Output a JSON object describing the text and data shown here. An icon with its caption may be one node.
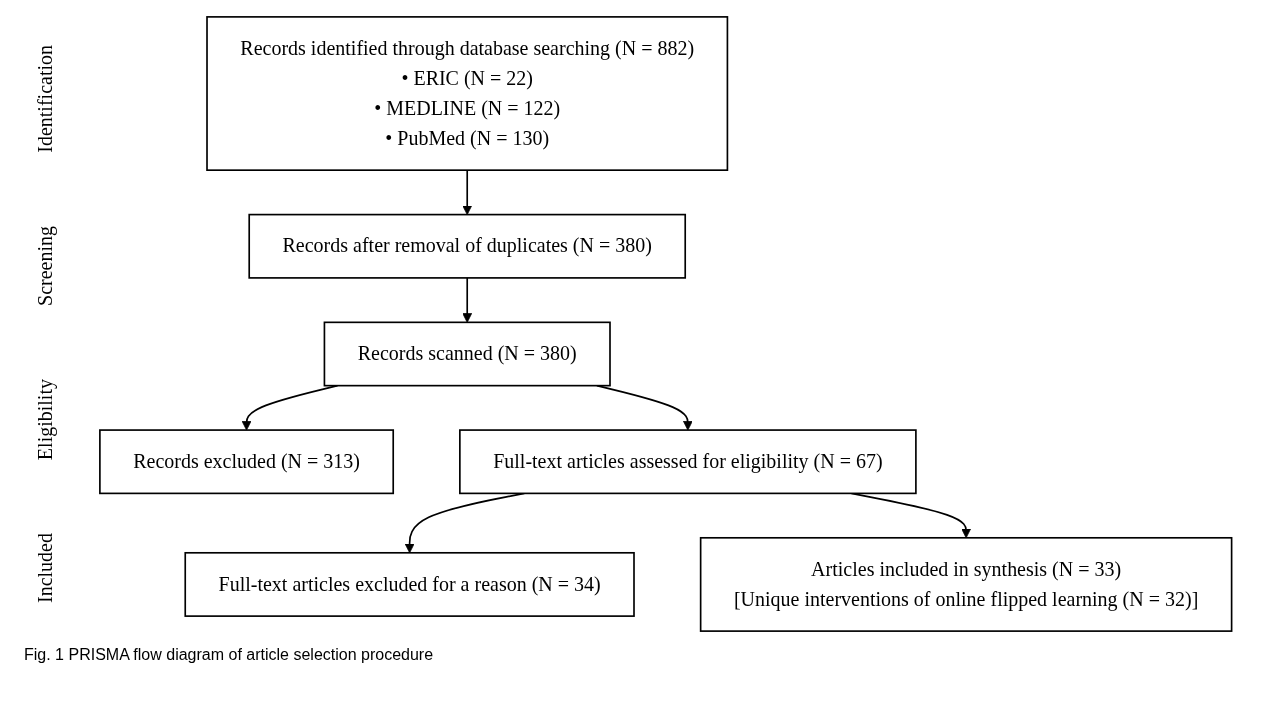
{
  "diagram": {
    "caption": "Fig. 1 PRISMA flow diagram of article selection procedure",
    "nodes": [
      {
        "text": [
          "Records identified through database searching (N = 882)",
          "• ERIC (N = 22)",
          "• MEDLINE (N = 122)",
          "• PubMed (N = 130)"
        ]
      },
      {
        "text": [
          "Records after removal of duplicates (N = 380)"
        ]
      },
      {
        "text": [
          "Records scanned (N = 380)"
        ]
      },
      {
        "text": [
          "Records excluded (N = 313)"
        ]
      },
      {
        "text": [
          "Full-text articles assessed for eligibility (N = 67)"
        ]
      },
      {
        "text": [
          "Full-text articles excluded for a reason (N = 34)"
        ]
      },
      {
        "text": [
          "Articles included in synthesis (N = 33)",
          "[Unique interventions of online flipped learning (N = 32)]"
        ]
      }
    ],
    "edges": [
      {
        "from": 0,
        "to": 1,
        "arrow": "to"
      },
      {
        "from": 1,
        "to": 2,
        "arrow": "to"
      },
      {
        "from": 2,
        "to": 3,
        "arrow": "to"
      },
      {
        "from": 2,
        "to": 4,
        "arrow": "to"
      },
      {
        "from": 4,
        "to": 5,
        "arrow": "to"
      },
      {
        "from": 4,
        "to": 6,
        "arrow": "to"
      }
    ],
    "labels": [
      "Identification",
      "Screening",
      "Eligibility",
      "Included"
    ]
  }
}
